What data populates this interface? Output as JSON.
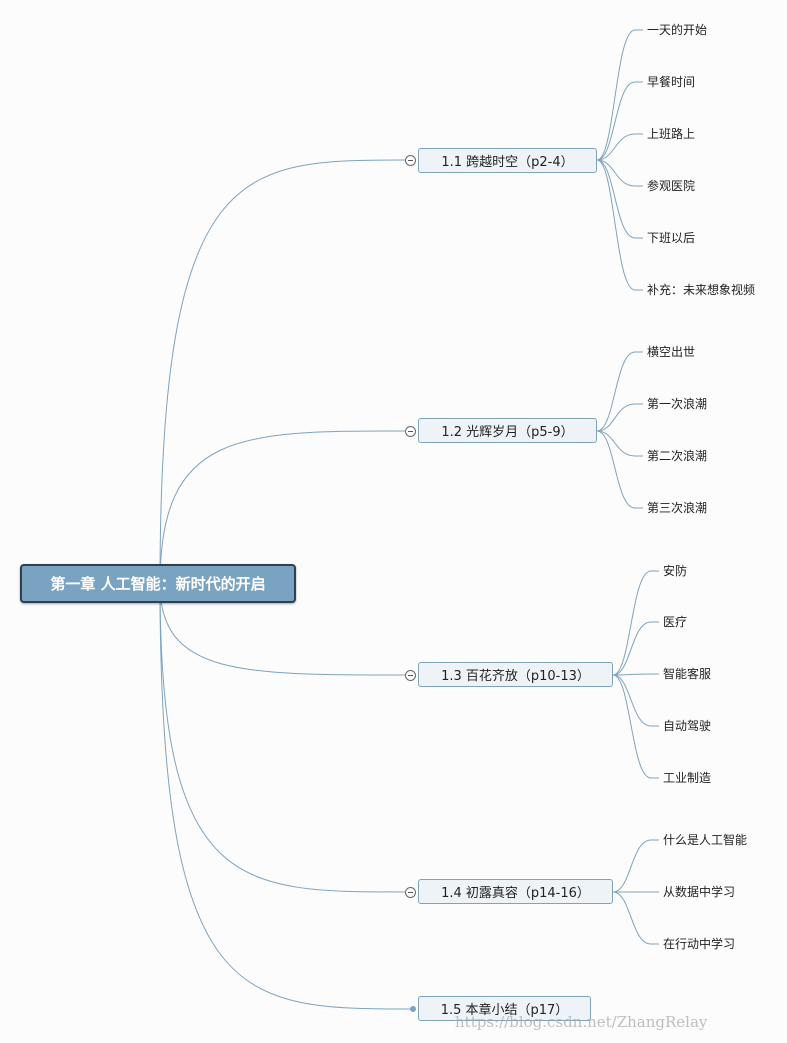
{
  "colors": {
    "line": "#7ea3bd",
    "root_fill": "#7aa3c2",
    "root_border": "#2d4150",
    "branch_fill": "#eef3f7"
  },
  "root": {
    "label": "第一章 人工智能：新时代的开启"
  },
  "branches": [
    {
      "label": "1.1 跨越时空（p2-4）",
      "collapsible": true,
      "children": [
        "一天的开始",
        "早餐时间",
        "上班路上",
        "参观医院",
        "下班以后",
        "补充：未来想象视频"
      ]
    },
    {
      "label": "1.2 光辉岁月（p5-9）",
      "collapsible": true,
      "children": [
        "横空出世",
        "第一次浪潮",
        "第二次浪潮",
        "第三次浪潮"
      ]
    },
    {
      "label": "1.3 百花齐放（p10-13）",
      "collapsible": true,
      "children": [
        "安防",
        "医疗",
        "智能客服",
        "自动驾驶",
        "工业制造"
      ]
    },
    {
      "label": "1.4 初露真容（p14-16）",
      "collapsible": true,
      "children": [
        "什么是人工智能",
        "从数据中学习",
        "在行动中学习"
      ]
    },
    {
      "label": "1.5 本章小结（p17）",
      "collapsible": false,
      "children": []
    }
  ],
  "watermark": "https://blog.csdn.net/ZhangRelay"
}
